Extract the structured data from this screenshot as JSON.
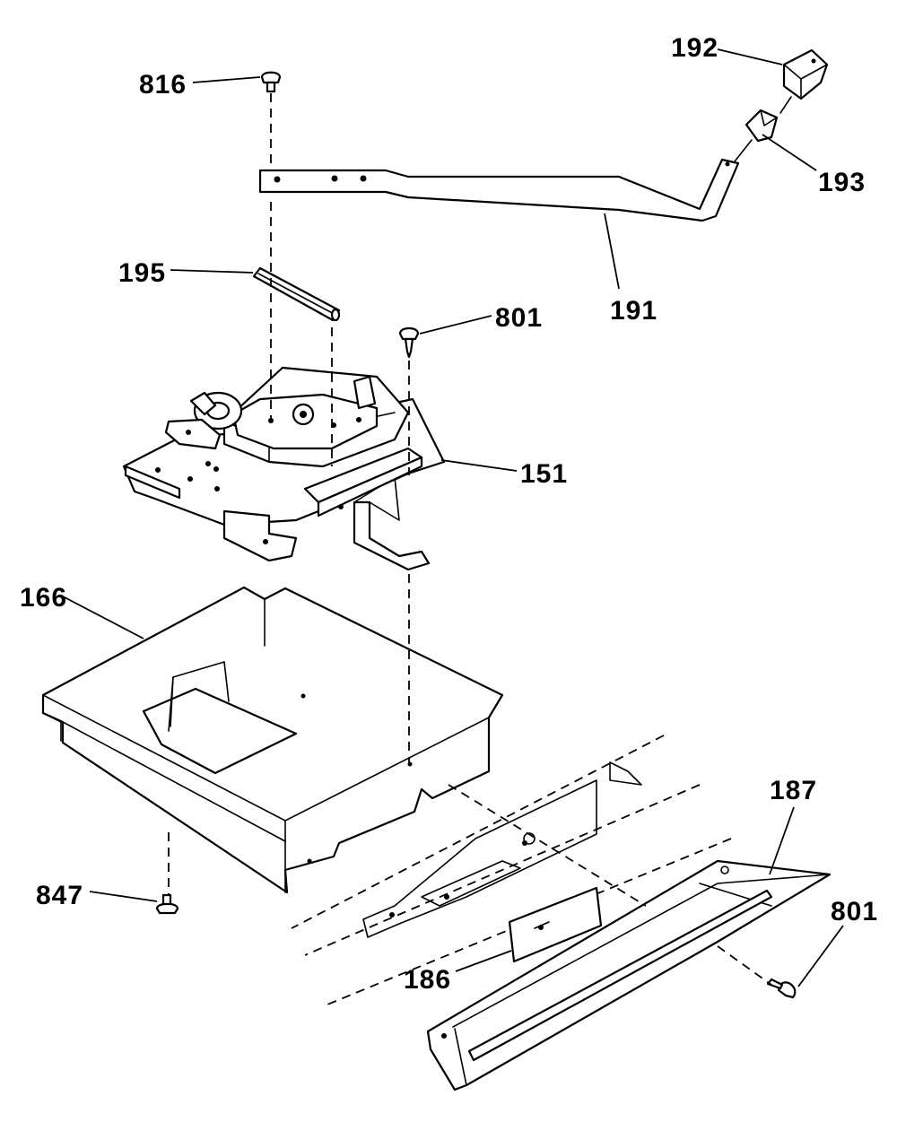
{
  "labels": {
    "p816": "816",
    "p192": "192",
    "p193": "193",
    "p191": "191",
    "p195": "195",
    "p801a": "801",
    "p151": "151",
    "p166": "166",
    "p187": "187",
    "p801b": "801",
    "p847": "847",
    "p186": "186"
  },
  "colors": {
    "ink": "#000000",
    "paper": "#ffffff"
  }
}
